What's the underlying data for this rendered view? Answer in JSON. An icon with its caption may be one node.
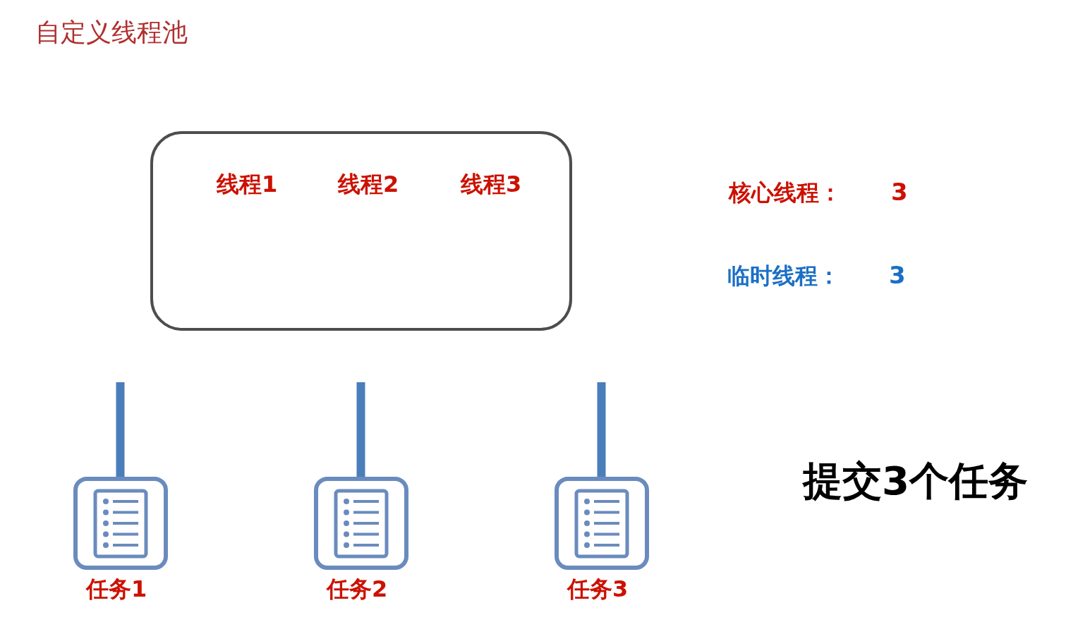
{
  "diagram": {
    "title": "自定义线程池",
    "nodes": [
      {
        "text": [
          "线程1",
          "线程2",
          "线程3"
        ]
      },
      {
        "text": [
          "任务1"
        ]
      },
      {
        "text": [
          "任务2"
        ]
      },
      {
        "text": [
          "任务3"
        ]
      }
    ],
    "edges": [
      {
        "from": null,
        "to": 1,
        "arrow": "none"
      },
      {
        "from": null,
        "to": 2,
        "arrow": "none"
      },
      {
        "from": null,
        "to": 3,
        "arrow": "none"
      }
    ],
    "labels": [
      "核心线程：",
      "3",
      "临时线程：",
      "3",
      "提交3个任务"
    ]
  }
}
